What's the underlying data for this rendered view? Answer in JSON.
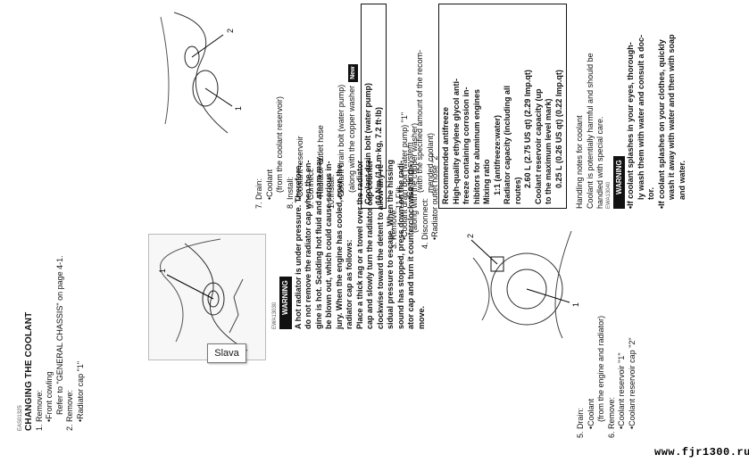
{
  "doc": {
    "ref1": "EAS01325",
    "title": "CHANGING THE COOLANT",
    "col1": [
      {
        "t": "1. Remove:",
        "c": ""
      },
      {
        "t": "Front cowling",
        "c": "ind1 bullet"
      },
      {
        "t": "Refer to \"GENERAL CHASSIS\" on page 4-1.",
        "c": "ind2"
      },
      {
        "t": "2. Remove:",
        "c": ""
      },
      {
        "t": "Radiator cap \"1\"",
        "c": "ind1 bullet"
      }
    ],
    "ref2": "EWA13030",
    "warning_label": "WARNING",
    "warning1": [
      "A hot radiator is under pressure. Therefore,",
      "do not remove the radiator cap when the en-",
      "gine is hot. Scalding hot fluid and steam may",
      "be blown out, which could cause serious in-",
      "jury. When the engine has cooled, open the",
      "radiator cap as follows:",
      "Place a thick rag or a towel over the radiator",
      "cap and slowly turn the radiator cap counter-",
      "clockwise toward the detent to allow any re-",
      "sidual pressure to escape. When the hissing",
      "sound has stopped, press down on the radi-",
      "ator cap and turn it counterclockwise to re-",
      "move."
    ],
    "col3": [
      {
        "t": "3. Remove:",
        "c": ""
      },
      {
        "t": "Coolant drain bolt (water pump) \"1\"",
        "c": "ind1 bullet"
      },
      {
        "t": "(along with the copper washer)",
        "c": "ind2"
      },
      {
        "t": "4. Disconnect:",
        "c": ""
      },
      {
        "t": "Radiator outlet hose \"2\"",
        "c": "ind1 bullet"
      }
    ],
    "col4": [
      {
        "t": "5. Drain:",
        "c": ""
      },
      {
        "t": "Coolant",
        "c": "ind1 bullet"
      },
      {
        "t": "(from the engine and radiator)",
        "c": "ind2"
      },
      {
        "t": "6. Remove:",
        "c": ""
      },
      {
        "t": "Coolant reservoir \"1\"",
        "c": "ind1 bullet"
      },
      {
        "t": "Coolant reservoir cap \"2\"",
        "c": "ind1 bullet"
      }
    ],
    "col5": [
      {
        "t": "7. Drain:",
        "c": ""
      },
      {
        "t": "Coolant",
        "c": "ind1 bullet"
      },
      {
        "t": "(from the coolant reservoir)",
        "c": "ind2"
      },
      {
        "t": "8. Install:",
        "c": ""
      },
      {
        "t": "Coolant reservoir",
        "c": "ind1 bullet"
      },
      {
        "t": "9. Connect:",
        "c": ""
      },
      {
        "t": "Radiator outlet hose",
        "c": "ind1 bullet"
      },
      {
        "t": "10.Install:",
        "c": ""
      },
      {
        "t": "Coolant drain bolt (water pump)",
        "c": "ind1 bullet"
      },
      {
        "t": "(along with the copper washer",
        "c": "ind2"
      }
    ],
    "new_tag": "New",
    "torque": [
      "Coolant drain bolt (water pump)",
      "10 Nm (1.0 m·kg, 7.2 ft·lb)"
    ],
    "col6": [
      {
        "t": "11.Fill:",
        "c": ""
      },
      {
        "t": "Cooling system",
        "c": "ind1 bullet"
      },
      {
        "t": "(with the specified amount of the recom-",
        "c": "ind2"
      },
      {
        "t": "mended coolant)",
        "c": "ind2"
      }
    ],
    "spec_box": [
      {
        "t": "Recommended antifreeze",
        "c": "bold"
      },
      {
        "t": "High-quality ethylene glycol anti-",
        "c": "bold"
      },
      {
        "t": "freeze containing corrosion in-",
        "c": "bold"
      },
      {
        "t": "hibitors for aluminum engines",
        "c": "bold"
      },
      {
        "t": "Mixing ratio",
        "c": "bold"
      },
      {
        "t": "1:1 (antifreeze:water)",
        "c": "bold ind1"
      },
      {
        "t": "Radiator capacity (including all",
        "c": "bold"
      },
      {
        "t": "routes)",
        "c": "bold"
      },
      {
        "t": "2.60 L (2.75 US qt) (2.29 Imp.qt)",
        "c": "bold ind2"
      },
      {
        "t": "Coolant reservoir capacity (up",
        "c": "bold"
      },
      {
        "t": "to the maximum level mark)",
        "c": "bold"
      },
      {
        "t": "0.25 L (0.26 US qt) (0.22 Imp.qt)",
        "c": "bold ind2"
      }
    ],
    "col7": [
      {
        "t": "Handling notes for coolant",
        "c": ""
      },
      {
        "t": "Coolant is potentially harmful and should be",
        "c": ""
      },
      {
        "t": "handled with special care.",
        "c": ""
      }
    ],
    "ref3": "EWA13040",
    "warning2": [
      {
        "t": "If coolant splashes in your eyes, thorough-",
        "c": "bullet"
      },
      {
        "t": "ly wash them with water and consult a doc-",
        "c": "ind1"
      },
      {
        "t": "tor.",
        "c": "ind1"
      },
      {
        "t": "If coolant splashes on your clothes, quickly",
        "c": "bullet"
      },
      {
        "t": "wash it away with water and then with soap",
        "c": "ind1"
      },
      {
        "t": "and water.",
        "c": "ind1"
      }
    ],
    "fig_labels": {
      "a1": "1",
      "b1": "1",
      "b2": "2",
      "c1": "1",
      "c2": "2"
    }
  },
  "tooltip": "Slava",
  "watermark": "www.fjr1300.ru"
}
